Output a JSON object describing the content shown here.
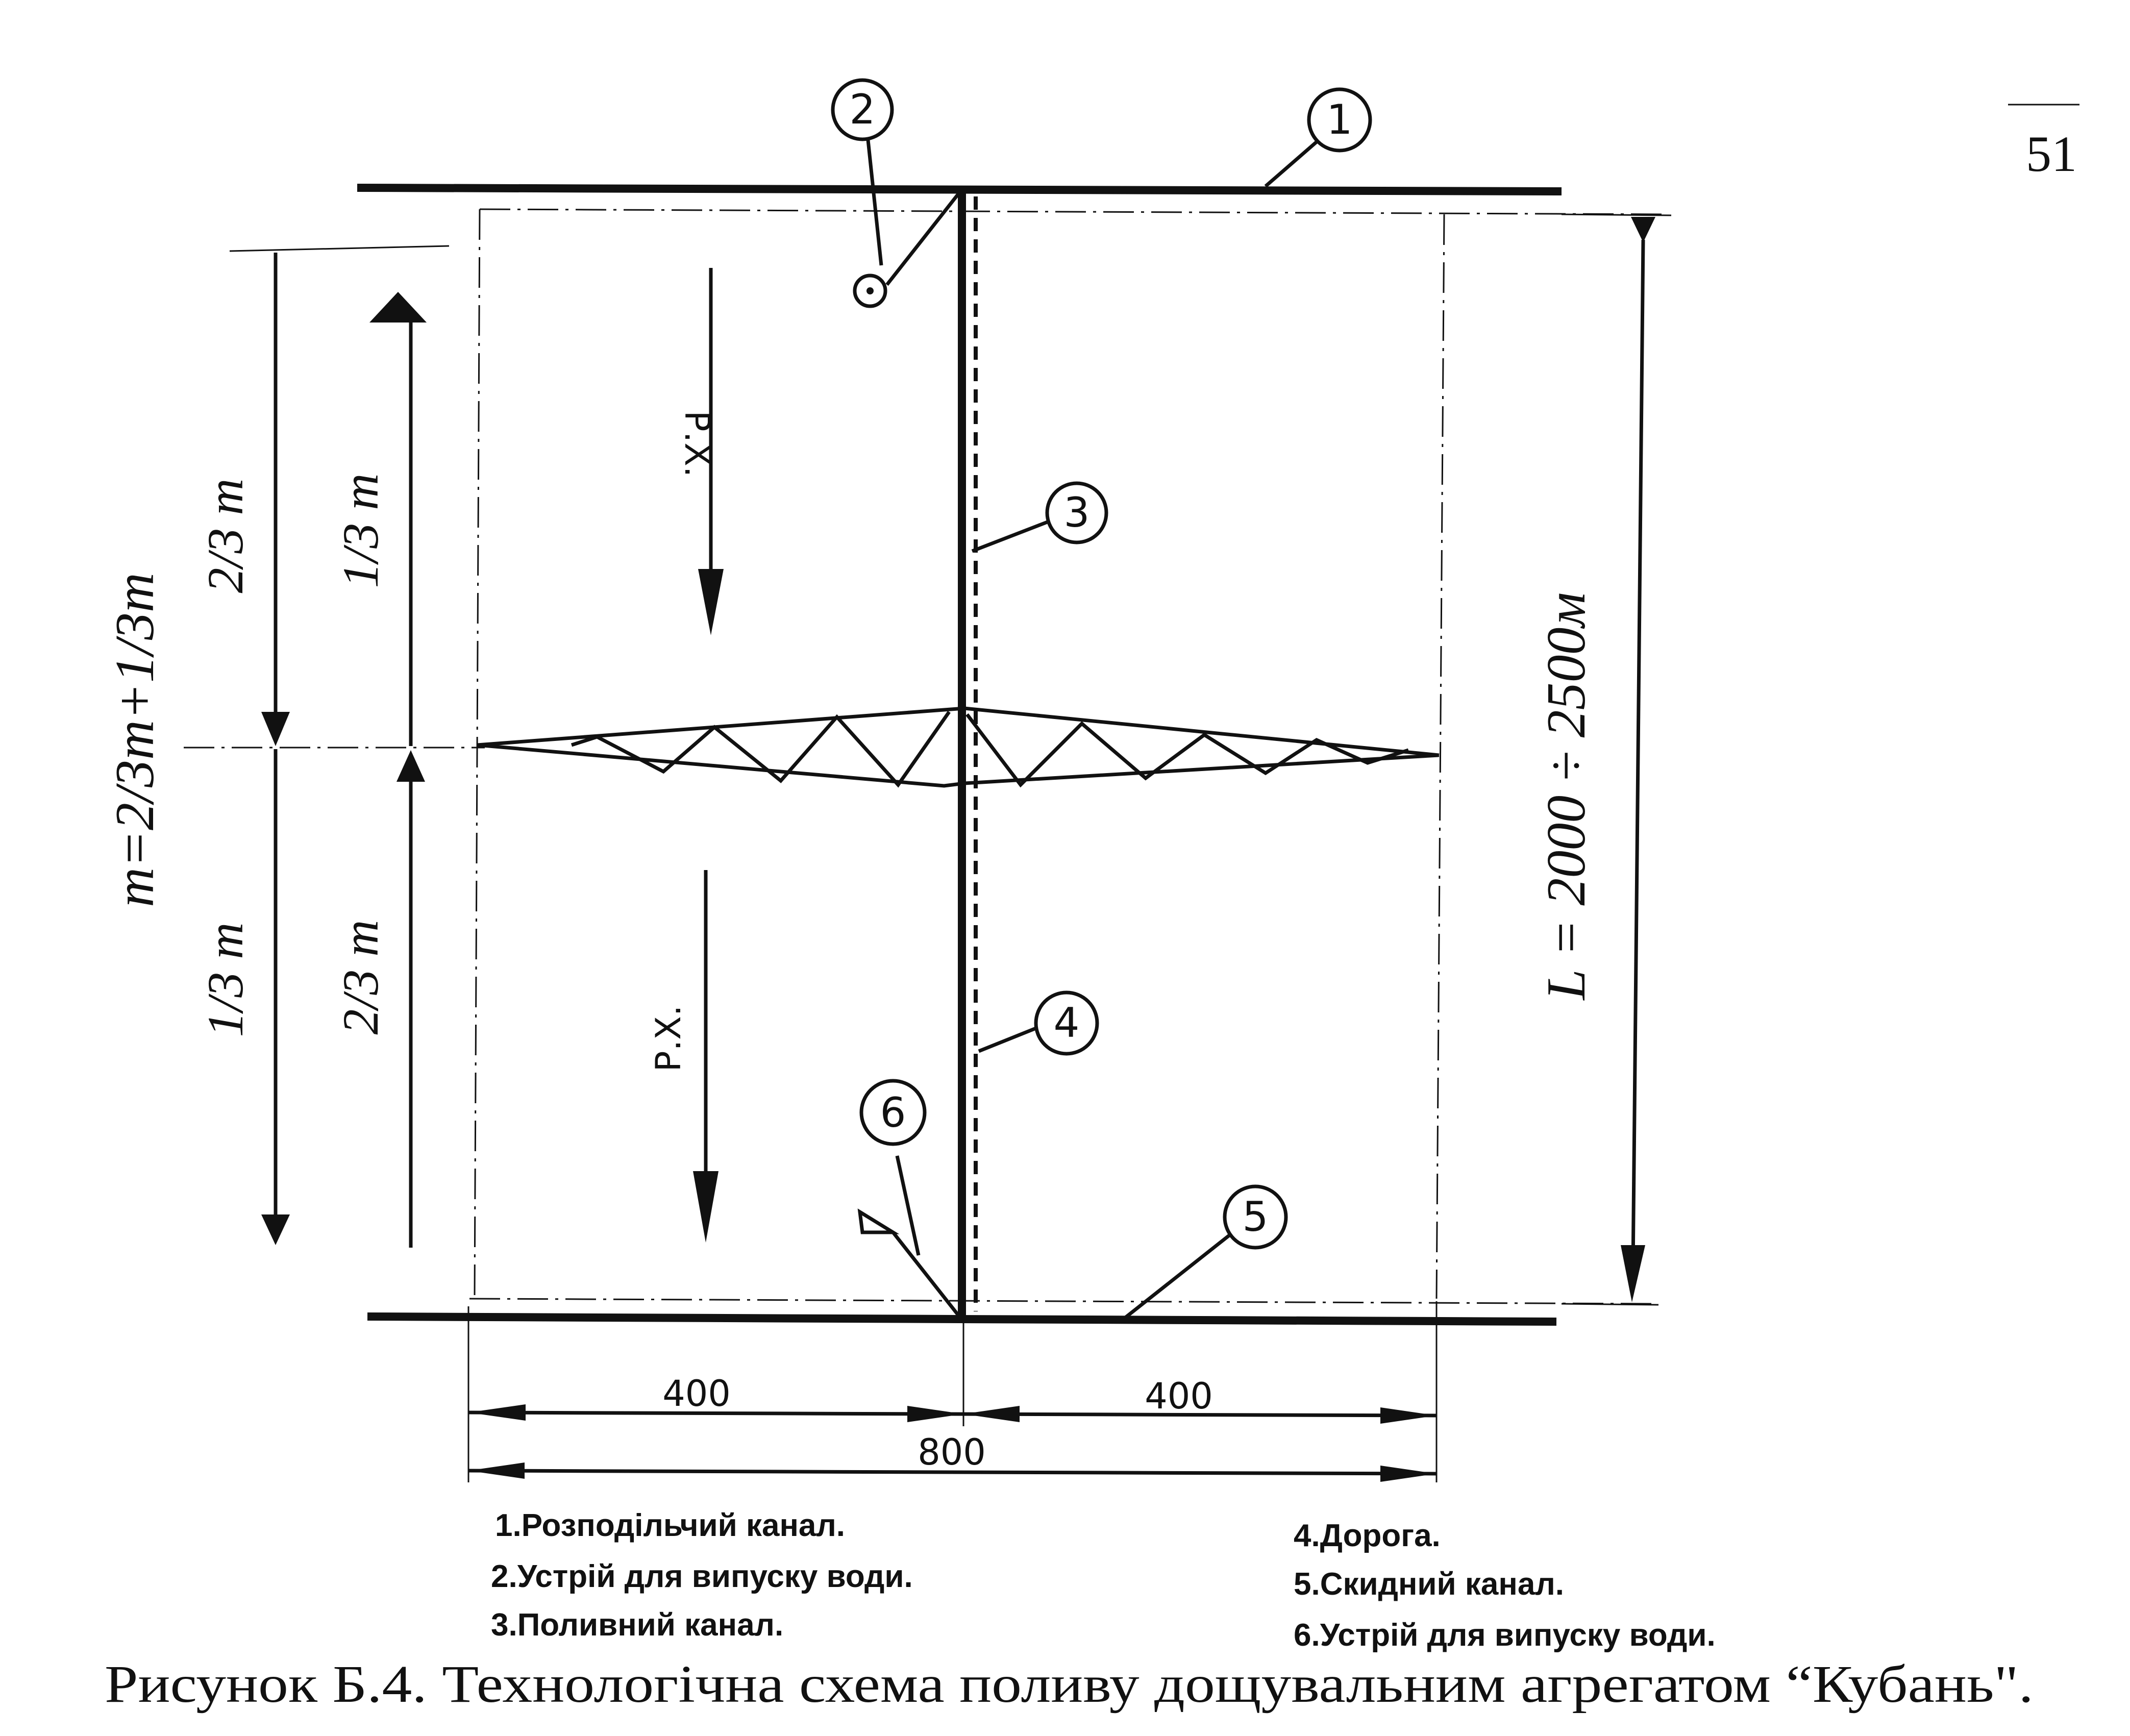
{
  "page_number": "51",
  "markers": [
    {
      "id": "1",
      "label": "1"
    },
    {
      "id": "2",
      "label": "2"
    },
    {
      "id": "3",
      "label": "3"
    },
    {
      "id": "4",
      "label": "4"
    },
    {
      "id": "5",
      "label": "5"
    },
    {
      "id": "6",
      "label": "6"
    }
  ],
  "labels": {
    "m_formula": "m=2/3m+1/3m",
    "left_upper": "2/3 m",
    "left_lower": "1/3 m",
    "inner_upper": "1/3 m",
    "inner_lower": "2/3 m",
    "length": "L = 2000 ÷ 2500м",
    "travel_upper": "Р.Х.",
    "travel_lower": "Р.Х.",
    "dim_left": "400",
    "dim_right": "400",
    "dim_total": "800"
  },
  "legend_left": [
    "1.Розподільчий канал.",
    "2.Устрій для випуску води.",
    "3.Поливний канал."
  ],
  "legend_right": [
    "4.Дорога.",
    "5.Скидний канал.",
    "6.Устрій для випуску води."
  ],
  "caption": "Рисунок Б.4. Технологічна схема поливу  дощувальним агрегатом “Кубань\"."
}
